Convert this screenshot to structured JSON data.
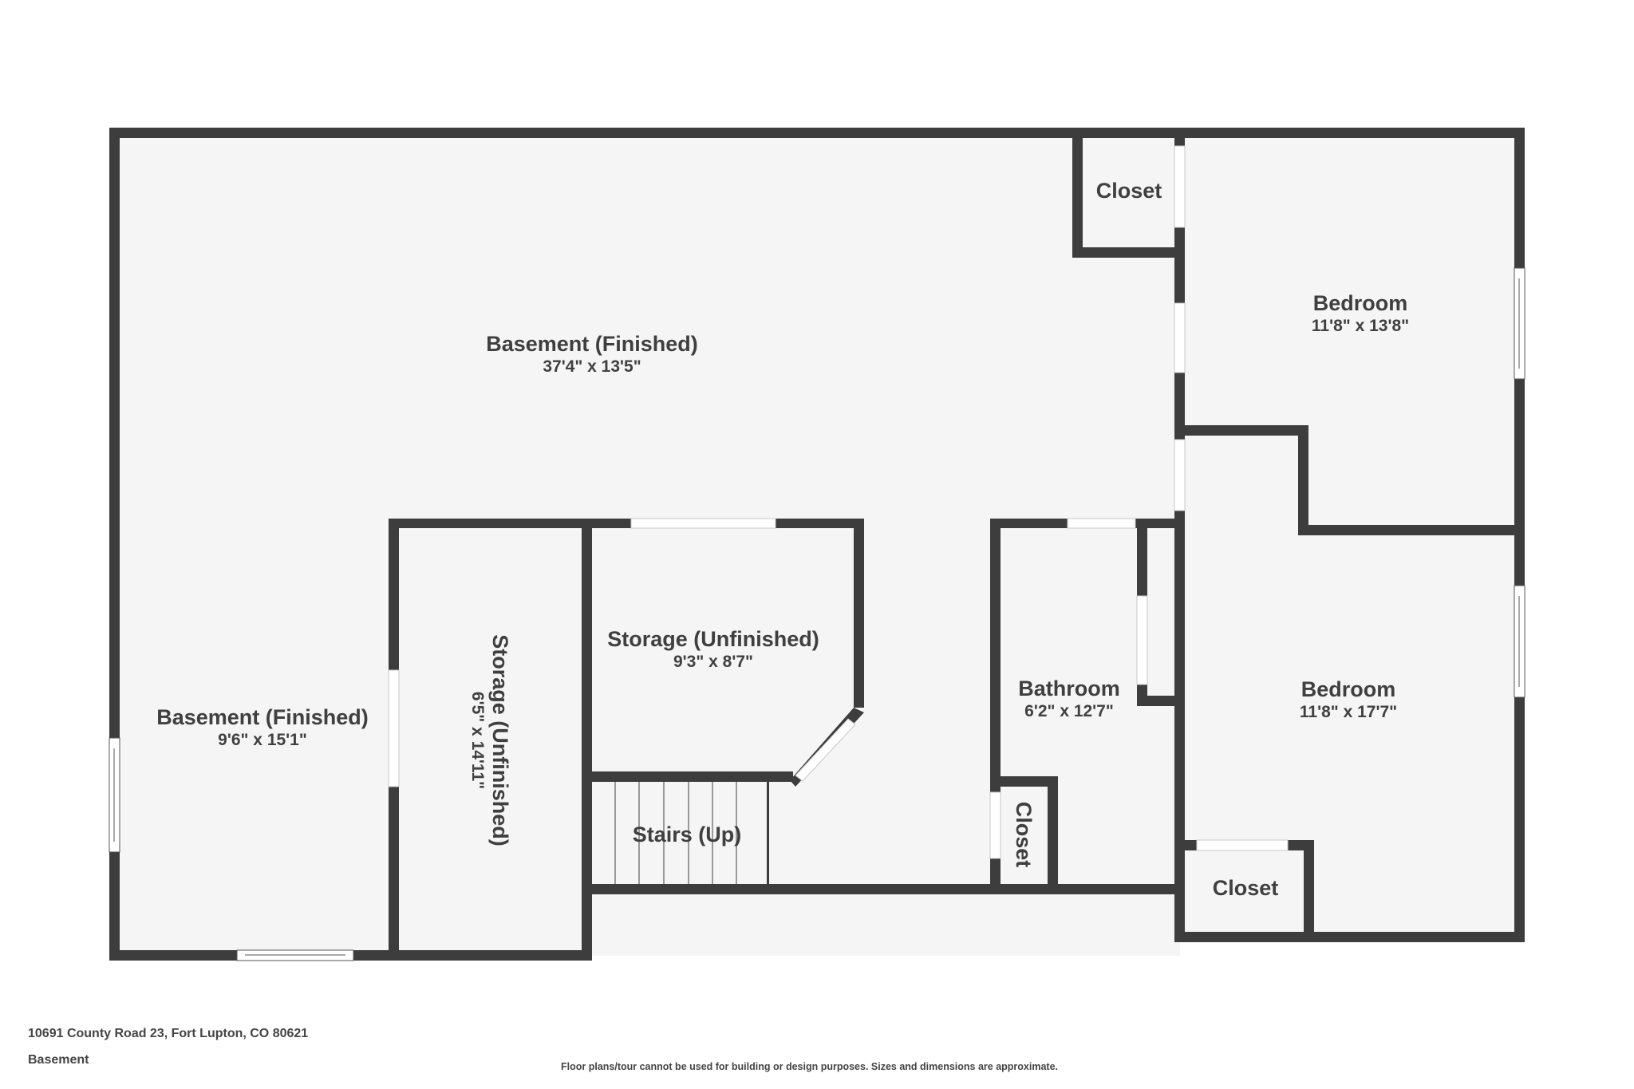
{
  "colors": {
    "wall": "#3d3d3d",
    "floor": "#f5f5f5",
    "background": "#ffffff",
    "opening": "#ffffff",
    "text": "#3f3f3f"
  },
  "rooms": [
    {
      "name": "Basement (Finished)",
      "dims": "37'4\" x 13'5\""
    },
    {
      "name": "Closet",
      "dims": ""
    },
    {
      "name": "Bedroom",
      "dims": "11'8\" x 13'8\""
    },
    {
      "name": "Storage (Unfinished)",
      "dims": "9'3\" x 8'7\""
    },
    {
      "name": "Bathroom",
      "dims": "6'2\" x 12'7\""
    },
    {
      "name": "Bedroom",
      "dims": "11'8\" x 17'7\""
    },
    {
      "name": "Basement (Finished)",
      "dims": "9'6\" x 15'1\""
    },
    {
      "name": "Storage (Unfinished)",
      "dims": "6'5\" x 14'11\""
    },
    {
      "name": "Stairs (Up)",
      "dims": ""
    },
    {
      "name": "Closet",
      "dims": ""
    },
    {
      "name": "Closet",
      "dims": ""
    }
  ],
  "footer": {
    "address": "10691 County Road 23, Fort Lupton, CO 80621",
    "level": "Basement",
    "disclaimer": "Floor plans/tour cannot be used for building or design purposes. Sizes and dimensions are approximate."
  }
}
